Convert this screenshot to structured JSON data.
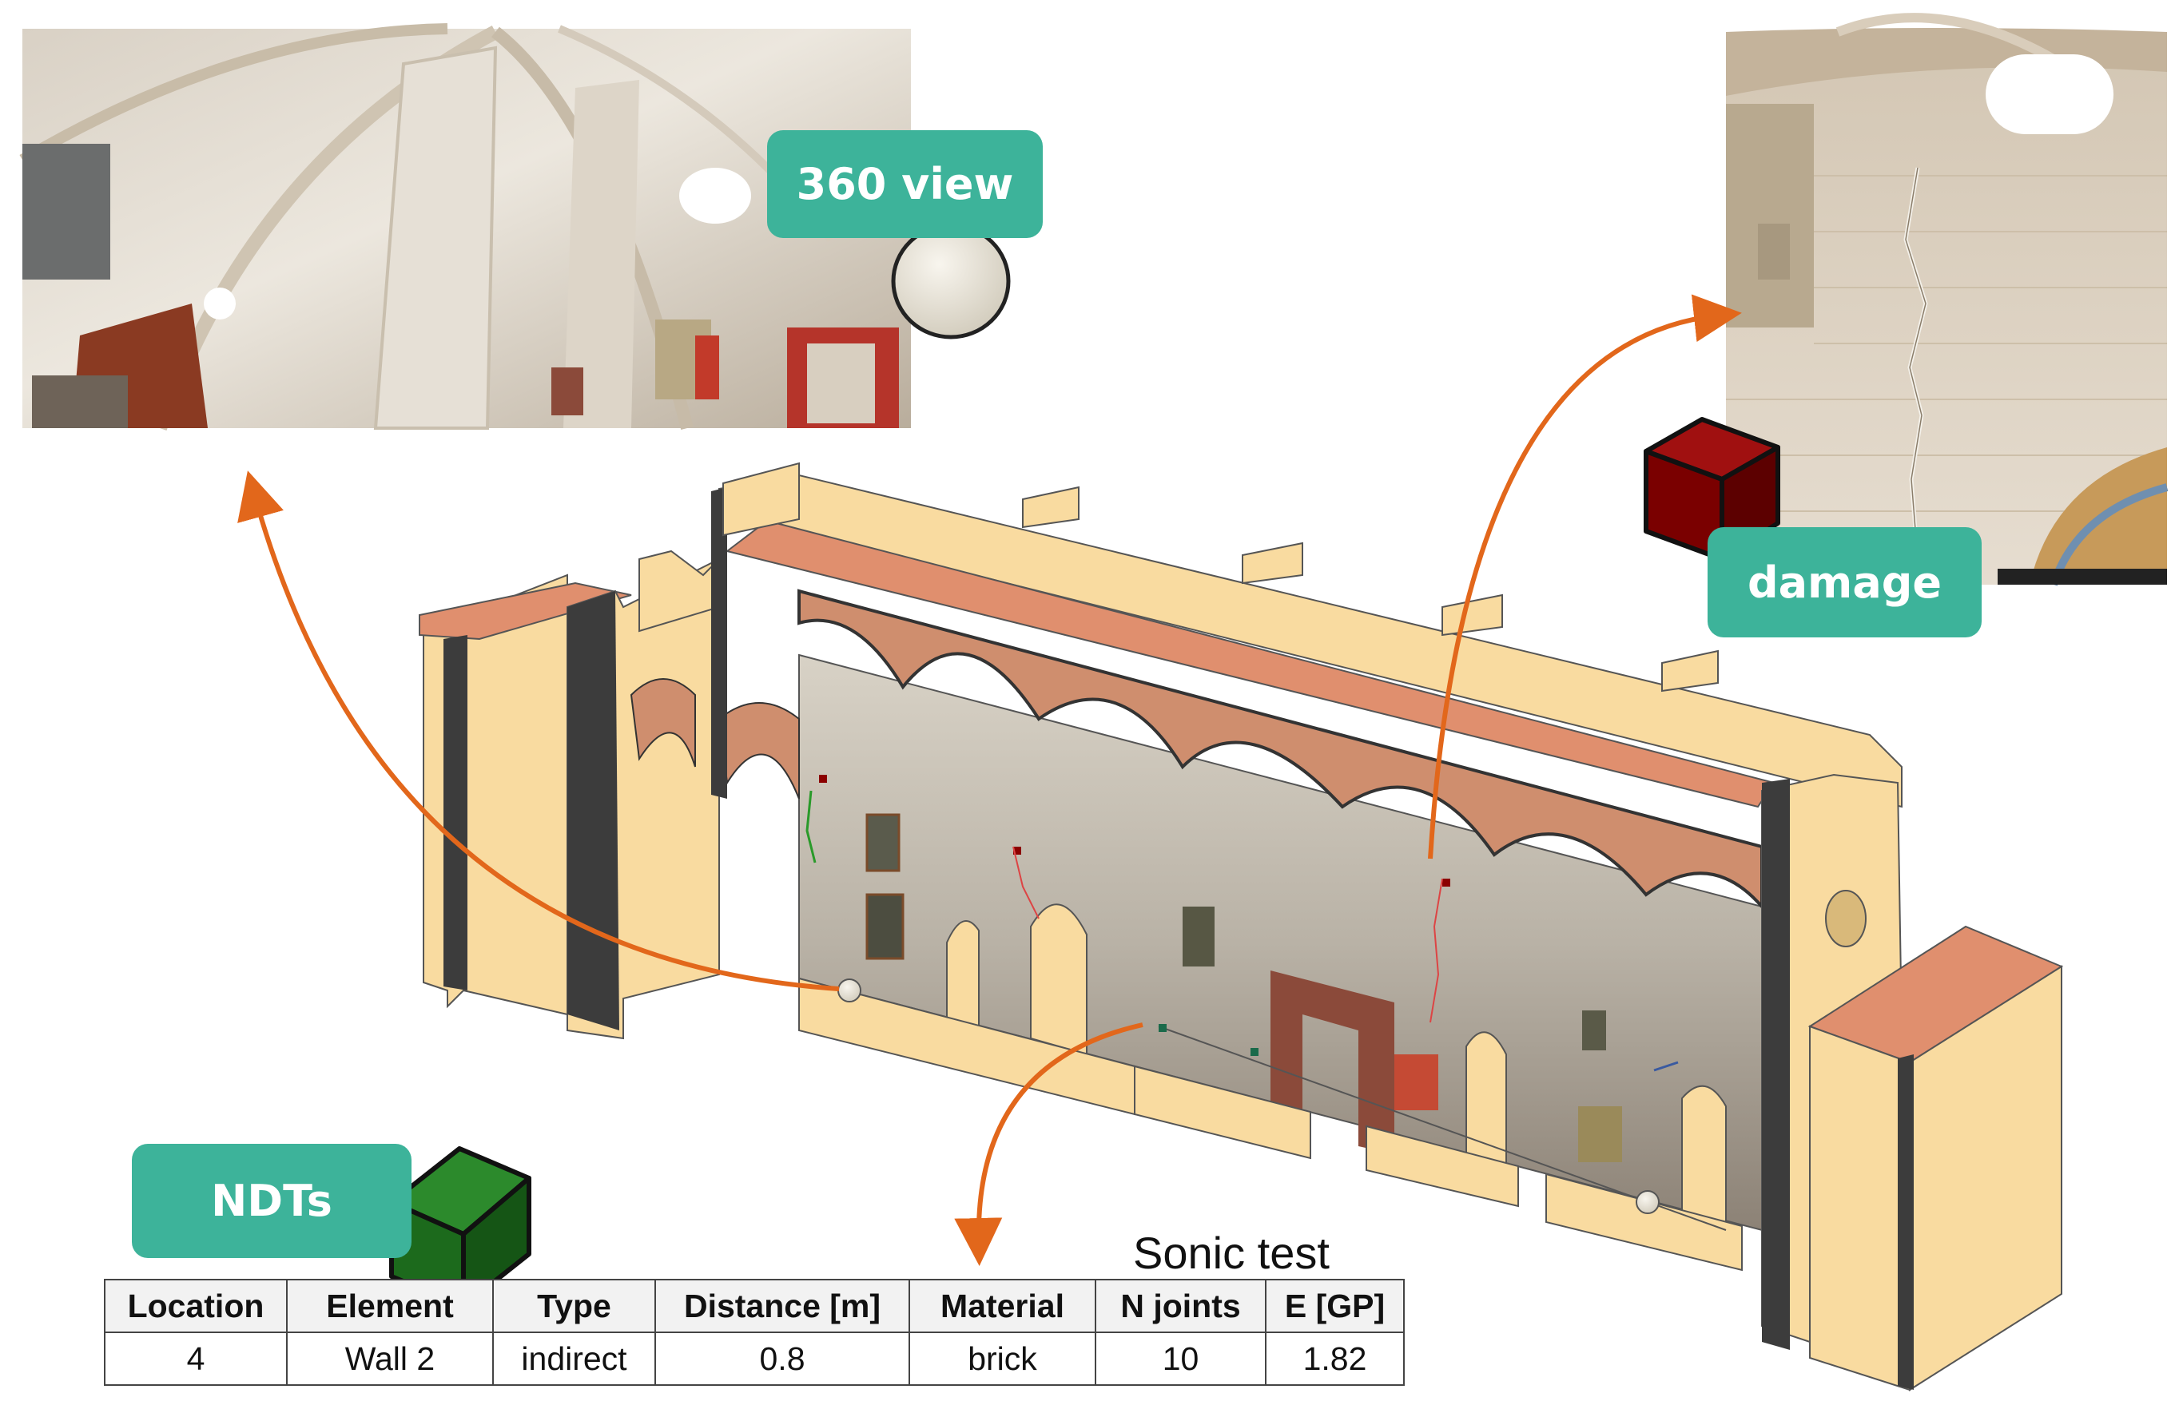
{
  "labels": {
    "view360": "360 view",
    "damage": "damage",
    "ndts": "NDTs",
    "sonic_test": "Sonic test"
  },
  "table": {
    "headers": [
      "Location",
      "Element",
      "Type",
      "Distance [m]",
      "Material",
      "N joints",
      "E [GP]"
    ],
    "row": [
      "4",
      "Wall 2",
      "indirect",
      "0.8",
      "brick",
      "10",
      "1.82"
    ]
  },
  "colors": {
    "tag": "#3db39a",
    "arrow": "#e2671b",
    "wall": "#f9dba0",
    "roof": "#e08f6e",
    "cut": "#3c3c3c",
    "damage_cube": "#8b0000",
    "ndt_cube": "#1e7a1e"
  }
}
